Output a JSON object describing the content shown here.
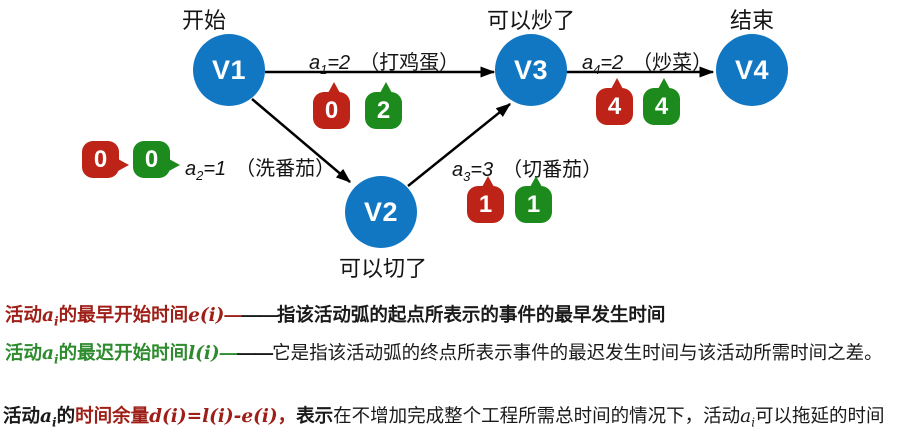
{
  "diagram": {
    "nodes": [
      {
        "label": "V1",
        "title": "开始"
      },
      {
        "label": "V2",
        "title": "可以切了"
      },
      {
        "label": "V3",
        "title": "可以炒了"
      },
      {
        "label": "V4",
        "title": "结束"
      }
    ],
    "edges": [
      {
        "var": "a",
        "sub": "1",
        "eq": "=2",
        "note": "（打鸡蛋）",
        "e": "0",
        "l": "2"
      },
      {
        "var": "a",
        "sub": "2",
        "eq": "=1",
        "note": "（洗番茄）",
        "e": "0",
        "l": "0"
      },
      {
        "var": "a",
        "sub": "3",
        "eq": "=3",
        "note": "（切番茄）",
        "e": "1",
        "l": "1"
      },
      {
        "var": "a",
        "sub": "4",
        "eq": "=2",
        "note": "（炒菜）",
        "e": "4",
        "l": "4"
      }
    ]
  },
  "colors": {
    "node_blue": "#1177c2",
    "badge_red": "#bd2317",
    "badge_green": "#1d8a1d",
    "text_dark_red": "#9e1f17",
    "text_green": "#2e8b2e",
    "text_black": "#1a1a1a"
  },
  "notes": {
    "line1": {
      "p1": "活动",
      "m1": "a",
      "m1sub": "i",
      "p2": "的最早开始时间",
      "m2": "e(i)",
      "dash1": "—",
      "dash2": "——",
      "body": "指该活动弧的起点所表示的事件的最早发生时间"
    },
    "line2": {
      "p1": "活动",
      "m1": "a",
      "m1sub": "i",
      "p2": "的最迟开始时间",
      "m2": "l(i)",
      "dash1": "—",
      "dash2": "——",
      "body": "它是指该活动弧的终点所表示事件的最迟发生时间与该活动所需时间之差。"
    },
    "line3": {
      "p1": "活动",
      "m1": "a",
      "m1sub": "i",
      "p2": "的",
      "hl": "时间余量",
      "m2": "d(i)=l(i)-e(i)",
      "comma": "，",
      "p3": "表示",
      "body": "在不增加完成整个工程所需总时间的情况下，活动",
      "m3": "a",
      "m3sub": "i",
      "p4": "可以拖延的时间"
    }
  }
}
